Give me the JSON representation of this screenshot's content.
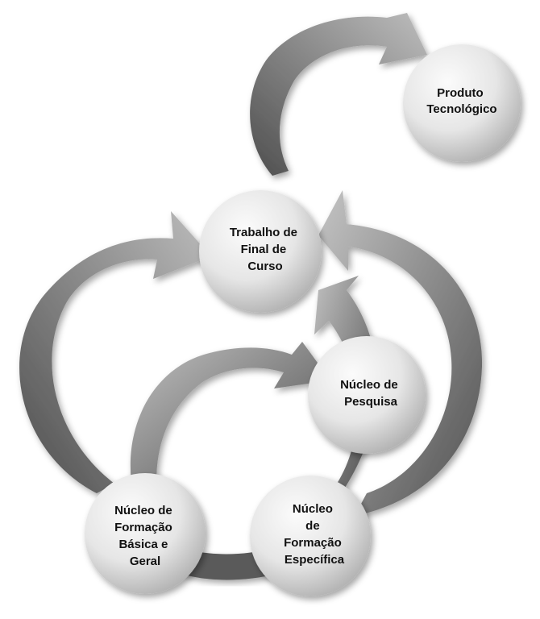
{
  "nodes": {
    "produto": {
      "lines": [
        "Produto",
        "Tecnológico"
      ]
    },
    "trabalho": {
      "lines": [
        "Trabalho  de",
        "Final de",
        "Curso"
      ]
    },
    "pesquisa": {
      "lines": [
        "Núcleo de",
        "Pesquisa"
      ]
    },
    "basica": {
      "lines": [
        "Núcleo de",
        "Formação",
        "Básica e",
        "Geral"
      ]
    },
    "especifica": {
      "lines": [
        "Núcleo",
        "de",
        "Formação",
        "Específica"
      ]
    }
  },
  "colors": {
    "arrow_dark": "#5a5a5a",
    "arrow_light": "#b8b8b8",
    "circle_light": "#f2f2f2",
    "circle_dark": "#b5b5b5",
    "text": "#111111"
  }
}
